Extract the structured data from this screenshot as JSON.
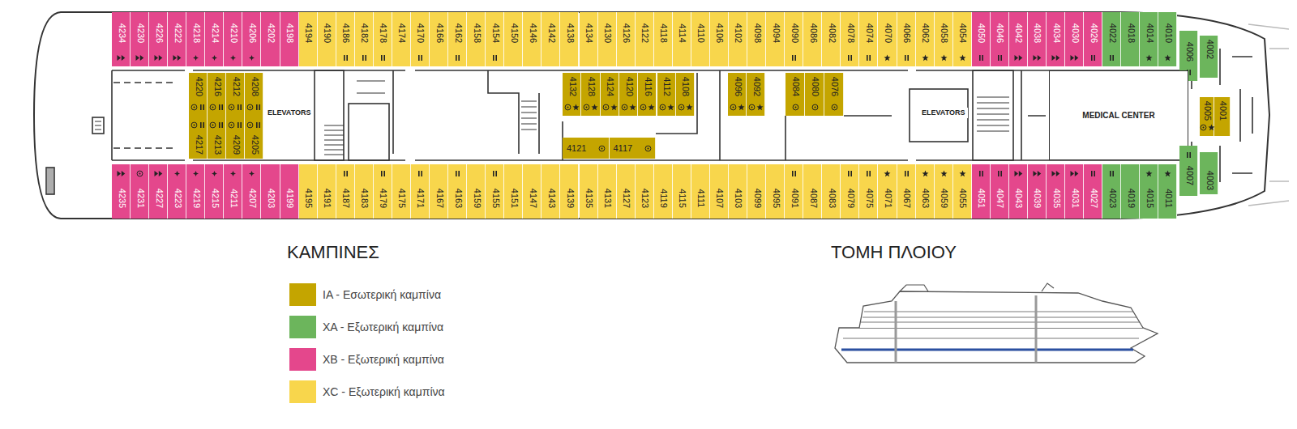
{
  "diagram": {
    "nodes": [
      {
        "text": [
          "4234"
        ]
      },
      {
        "text": [
          "4230"
        ]
      },
      {
        "text": [
          "4226"
        ]
      },
      {
        "text": [
          "4222"
        ]
      },
      {
        "text": [
          "4218"
        ]
      },
      {
        "text": [
          "4214"
        ]
      },
      {
        "text": [
          "4210"
        ]
      },
      {
        "text": [
          "4206"
        ]
      },
      {
        "text": [
          "4202"
        ]
      },
      {
        "text": [
          "4198"
        ]
      },
      {
        "text": [
          "4194"
        ]
      },
      {
        "text": [
          "4190"
        ]
      },
      {
        "text": [
          "4186"
        ]
      },
      {
        "text": [
          "4182"
        ]
      },
      {
        "text": [
          "4178"
        ]
      },
      {
        "text": [
          "4174"
        ]
      },
      {
        "text": [
          "4170"
        ]
      },
      {
        "text": [
          "4166"
        ]
      },
      {
        "text": [
          "4162"
        ]
      },
      {
        "text": [
          "4158"
        ]
      },
      {
        "text": [
          "4154"
        ]
      },
      {
        "text": [
          "4150"
        ]
      },
      {
        "text": [
          "4146"
        ]
      },
      {
        "text": [
          "4142"
        ]
      },
      {
        "text": [
          "4138"
        ]
      },
      {
        "text": [
          "4134"
        ]
      },
      {
        "text": [
          "4130"
        ]
      },
      {
        "text": [
          "4126"
        ]
      },
      {
        "text": [
          "4122"
        ]
      },
      {
        "text": [
          "4118"
        ]
      },
      {
        "text": [
          "4114"
        ]
      },
      {
        "text": [
          "4110"
        ]
      },
      {
        "text": [
          "4106"
        ]
      },
      {
        "text": [
          "4102"
        ]
      },
      {
        "text": [
          "4098"
        ]
      },
      {
        "text": [
          "4094"
        ]
      },
      {
        "text": [
          "4090"
        ]
      },
      {
        "text": [
          "4086"
        ]
      },
      {
        "text": [
          "4082"
        ]
      },
      {
        "text": [
          "4078"
        ]
      },
      {
        "text": [
          "4074"
        ]
      },
      {
        "text": [
          "4070"
        ]
      },
      {
        "text": [
          "4066"
        ]
      },
      {
        "text": [
          "4062"
        ]
      },
      {
        "text": [
          "4058"
        ]
      },
      {
        "text": [
          "4054"
        ]
      },
      {
        "text": [
          "4050"
        ]
      },
      {
        "text": [
          "4046"
        ]
      },
      {
        "text": [
          "4042"
        ]
      },
      {
        "text": [
          "4038"
        ]
      },
      {
        "text": [
          "4034"
        ]
      },
      {
        "text": [
          "4030"
        ]
      },
      {
        "text": [
          "4026"
        ]
      },
      {
        "text": [
          "4022"
        ]
      },
      {
        "text": [
          "4018"
        ]
      },
      {
        "text": [
          "4014"
        ]
      },
      {
        "text": [
          "4010"
        ]
      },
      {
        "text": [
          "4006"
        ]
      },
      {
        "text": [
          "4002"
        ]
      },
      {
        "text": [
          "4220"
        ]
      },
      {
        "text": [
          "4216"
        ]
      },
      {
        "text": [
          "4212"
        ]
      },
      {
        "text": [
          "4208"
        ]
      },
      {
        "text": [
          "4217"
        ]
      },
      {
        "text": [
          "4213"
        ]
      },
      {
        "text": [
          "4209"
        ]
      },
      {
        "text": [
          "4205"
        ]
      },
      {
        "text": [
          "ELEVATORS"
        ]
      },
      {
        "text": [
          "4132"
        ]
      },
      {
        "text": [
          "4128"
        ]
      },
      {
        "text": [
          "4124"
        ]
      },
      {
        "text": [
          "4120"
        ]
      },
      {
        "text": [
          "4116"
        ]
      },
      {
        "text": [
          "4112"
        ]
      },
      {
        "text": [
          "4108"
        ]
      },
      {
        "text": [
          "4121"
        ]
      },
      {
        "text": [
          "4117"
        ]
      },
      {
        "text": [
          "4096"
        ]
      },
      {
        "text": [
          "4092"
        ]
      },
      {
        "text": [
          "4084"
        ]
      },
      {
        "text": [
          "4080"
        ]
      },
      {
        "text": [
          "4076"
        ]
      },
      {
        "text": [
          "ELEVATORS"
        ]
      },
      {
        "text": [
          "MEDICAL CENTER"
        ]
      },
      {
        "text": [
          "4005"
        ]
      },
      {
        "text": [
          "4001"
        ]
      },
      {
        "text": [
          "4235"
        ]
      },
      {
        "text": [
          "4231"
        ]
      },
      {
        "text": [
          "4227"
        ]
      },
      {
        "text": [
          "4223"
        ]
      },
      {
        "text": [
          "4219"
        ]
      },
      {
        "text": [
          "4215"
        ]
      },
      {
        "text": [
          "4211"
        ]
      },
      {
        "text": [
          "4207"
        ]
      },
      {
        "text": [
          "4203"
        ]
      },
      {
        "text": [
          "4199"
        ]
      },
      {
        "text": [
          "4195"
        ]
      },
      {
        "text": [
          "4191"
        ]
      },
      {
        "text": [
          "4187"
        ]
      },
      {
        "text": [
          "4183"
        ]
      },
      {
        "text": [
          "4179"
        ]
      },
      {
        "text": [
          "4175"
        ]
      },
      {
        "text": [
          "4171"
        ]
      },
      {
        "text": [
          "4167"
        ]
      },
      {
        "text": [
          "4163"
        ]
      },
      {
        "text": [
          "4159"
        ]
      },
      {
        "text": [
          "4155"
        ]
      },
      {
        "text": [
          "4151"
        ]
      },
      {
        "text": [
          "4147"
        ]
      },
      {
        "text": [
          "4143"
        ]
      },
      {
        "text": [
          "4139"
        ]
      },
      {
        "text": [
          "4135"
        ]
      },
      {
        "text": [
          "4131"
        ]
      },
      {
        "text": [
          "4127"
        ]
      },
      {
        "text": [
          "4123"
        ]
      },
      {
        "text": [
          "4119"
        ]
      },
      {
        "text": [
          "4115"
        ]
      },
      {
        "text": [
          "4111"
        ]
      },
      {
        "text": [
          "4107"
        ]
      },
      {
        "text": [
          "4103"
        ]
      },
      {
        "text": [
          "4099"
        ]
      },
      {
        "text": [
          "4095"
        ]
      },
      {
        "text": [
          "4091"
        ]
      },
      {
        "text": [
          "4087"
        ]
      },
      {
        "text": [
          "4083"
        ]
      },
      {
        "text": [
          "4079"
        ]
      },
      {
        "text": [
          "4075"
        ]
      },
      {
        "text": [
          "4071"
        ]
      },
      {
        "text": [
          "4067"
        ]
      },
      {
        "text": [
          "4063"
        ]
      },
      {
        "text": [
          "4059"
        ]
      },
      {
        "text": [
          "4055"
        ]
      },
      {
        "text": [
          "4051"
        ]
      },
      {
        "text": [
          "4047"
        ]
      },
      {
        "text": [
          "4043"
        ]
      },
      {
        "text": [
          "4039"
        ]
      },
      {
        "text": [
          "4035"
        ]
      },
      {
        "text": [
          "4031"
        ]
      },
      {
        "text": [
          "4027"
        ]
      },
      {
        "text": [
          "4023"
        ]
      },
      {
        "text": [
          "4019"
        ]
      },
      {
        "text": [
          "4015"
        ]
      },
      {
        "text": [
          "4011"
        ]
      },
      {
        "text": [
          "4007"
        ]
      },
      {
        "text": [
          "4003"
        ]
      }
    ],
    "labels": [
      "ΚΑΜΠΙΝΕΣ",
      "ΤΟΜΗ ΠΛΟΙΟΥ"
    ],
    "legend": [
      {
        "text": "IA - Εσωτερική καμπίνα",
        "color": "#c4a500"
      },
      {
        "text": "XA - Εξωτερική καμπίνα",
        "color": "#6cb55c"
      },
      {
        "text": "XB - Εξωτερική καμπίνα",
        "color": "#e4478c"
      },
      {
        "text": "XC - Εξωτερική καμπίνα",
        "color": "#f8d64c"
      }
    ]
  }
}
